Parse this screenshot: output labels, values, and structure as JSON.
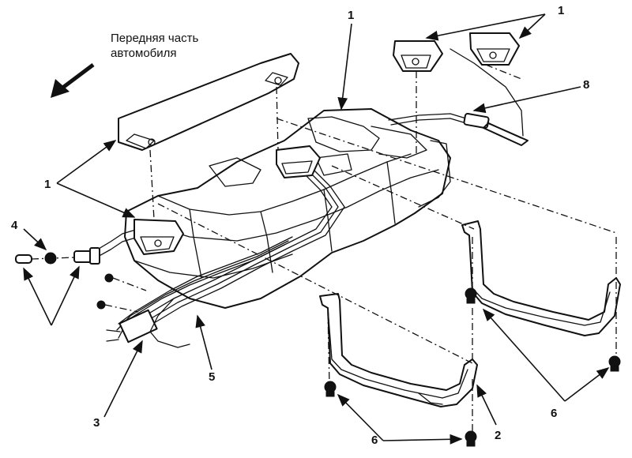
{
  "caption": {
    "line1": "Передняя часть",
    "line2": "автомобиля"
  },
  "labels": {
    "pad_left_top": "1",
    "pad_center_top": "1",
    "pad_right_top": "1",
    "pad_left_side": "1",
    "strap_label": "2",
    "hoses_label": "3",
    "cap_label": "4",
    "lines_label": "5",
    "bolts_right": "6",
    "bolts_bottom": "6",
    "harness_label": "8"
  }
}
